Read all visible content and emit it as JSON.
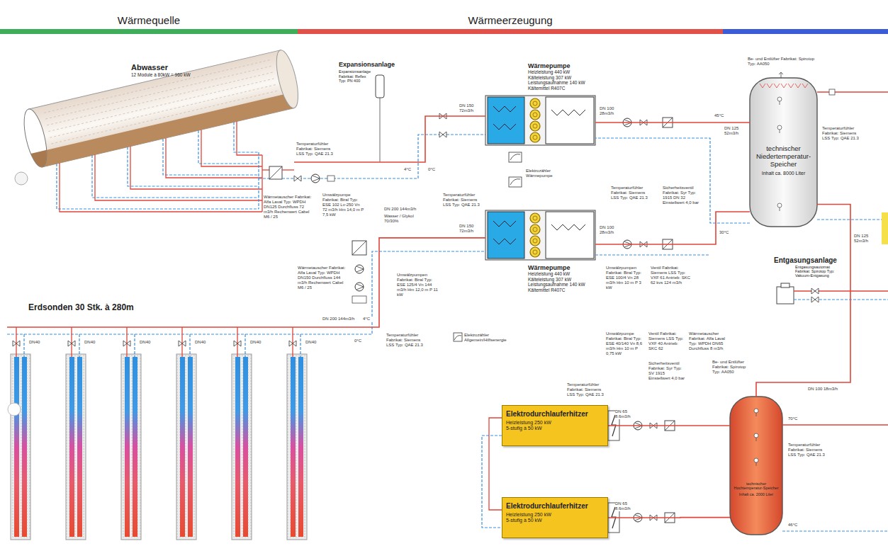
{
  "diagram": {
    "nodes": [
      {
        "text": [
          "Wärmequelle"
        ]
      },
      {
        "text": [
          "Wärmeerzeugung"
        ]
      },
      {
        "text": [
          "Abwasser",
          "12 Module à 80kW = 960 kW"
        ]
      },
      {
        "text": [
          "Expansionsanlage",
          "Expansionsanlage Fabrikat: Reflex Typ: PN 400"
        ]
      },
      {
        "text": [
          "Wärmepumpe",
          "Heizleistung 440 kW",
          "Kälteleistung 307 kW",
          "Leistungsaufnahme 140 kW",
          "Kältemittel R407C"
        ]
      },
      {
        "text": [
          "Wärmepumpe",
          "Heizleistung 440 kW",
          "Kälteleistung 307 kW",
          "Leistungsaufnahme 140 kW",
          "Kältemittel R407C"
        ]
      },
      {
        "text": [
          "technischer Niedertemperatur-Speicher",
          "Inhalt ca. 8000 Liter"
        ]
      },
      {
        "text": [
          "Entgasungsanlage",
          "Entgasungsautomat Fabrikat: Spirotop Typ: Vakuum-Entgasung"
        ]
      },
      {
        "text": [
          "Erdsonden 30 Stk. à 280m"
        ]
      },
      {
        "text": [
          "Elektrodurchlauferhitzer",
          "Heizleistung 250 kW",
          "5-stufig à 50 kW"
        ]
      },
      {
        "text": [
          "Elektrodurchlauferhitzer",
          "Heizleistung 250 kW",
          "5-stufig à 50 kW"
        ]
      },
      {
        "text": [
          "technischer Hochtemperatur-Speicher",
          "Inhalt ca. 2000 Liter"
        ]
      }
    ],
    "edges": [
      {
        "from": 2,
        "to": 4,
        "arrow": "none"
      },
      {
        "from": 8,
        "to": 5,
        "arrow": "none"
      },
      {
        "from": 4,
        "to": 6,
        "arrow": "none"
      },
      {
        "from": 5,
        "to": 6,
        "arrow": "none"
      },
      {
        "from": 9,
        "to": 11,
        "arrow": "none"
      },
      {
        "from": 10,
        "to": 11,
        "arrow": "none"
      },
      {
        "from": 6,
        "to": 11,
        "arrow": "none"
      }
    ],
    "labels": [
      "Temperaturfühler Fabrikat: Siemens LSS Typ: QAE 21.3",
      "Wärmetauscher Fabrikat: Alfa Laval Typ: WPDH DN125 Durchfluss 72 m3/h Rechenwert Cabel M6 / 25",
      "Umwälzpumpe Fabrikat: Biral Typ: ESE 102 Lv-250 Vn 72 m3/h Hm 14,0 m P 7,5 kW",
      "4°C",
      "0°C",
      "DN 200 144m3/h",
      "Wasser / Glykol 70/30%",
      "Temperaturfühler Fabrikat: Siemens LSS Typ: QAE 21.3",
      "DN 150 72m3/h",
      "DN 150 72m3/h",
      "DN 100 28m3/h",
      "DN 100 28m3/h",
      "Elektrozähler Wärmepumpe",
      "Temperaturfühler Fabrikat: Siemens LSS Typ: QAE 21.3",
      "Sicherheitsventil Fabrikat: Syr Typ: 1915 DN 32 Einstellwert 4,0 bar",
      "45°C",
      "30°C",
      "DN 125 52m3/h",
      "Be- und Entlüfter Fabrikat: Spirotop Typ: AA050",
      "Temperaturfühler Fabrikat: Siemens LSS Typ: QAE 21.3",
      "DN 125 52m3/h",
      "Wärmetauscher Fabrikat: Alfa Laval Typ: WPDH DN150 Durchfluss 144 m3/h Rechenwert Cabel M6 / 25",
      "Umwälzpumpen Fabrikat: Biral Typ: ESE 125/4 Vn 144 m3/h Hm 12,0 m P 11 kW",
      "Temperaturfühler Fabrikat: Siemens LSS Typ: QAE 21.3",
      "DN 200 144m3/h",
      "4°C",
      "0°C",
      "DN40",
      "DN40",
      "DN40",
      "DN40",
      "DN40",
      "DN40",
      "Elektrozähler Allgemein/Hilfsenergie",
      "Umwälzpumpe Fabrikat: Biral Typ: ESE 40/140 Vn 8,6 m3/h Hm 10 m P 0,75 kW",
      "Ventil Fabrikat: Siemens LSS Typ: VXF 40 Antrieb: SKC 62",
      "Wärmetauscher Fabrikat: Alfa Laval Typ: WPDH DN65 Durchfluss 8 m3/h",
      "Sicherheitsventil Fabrikat: Syr Typ: SV 1915 Einstellwert 4,0 bar",
      "Temperaturfühler Fabrikat: Siemens LSS Typ: QAE 21.3",
      "DN 65 8.6m3/h",
      "DN 65 8.6m3/h",
      "Be- und Entlüfter Fabrikat: Spirotop Typ: AA050",
      "DN 100 18m3/h",
      "70°C",
      "Temperaturfühler Fabrikat: Siemens LSS Typ: QAE 21.3",
      "46°C",
      "Umwälzpumpen Fabrikat: Biral Typ: ESE 100/4 Vn 28 m3/h Hm 10 m P 3 kW",
      "Ventil Fabrikat: Siemens LSS Typ: VXF 61 Antrieb: SKC 62 kvs 124 m3/h"
    ]
  }
}
